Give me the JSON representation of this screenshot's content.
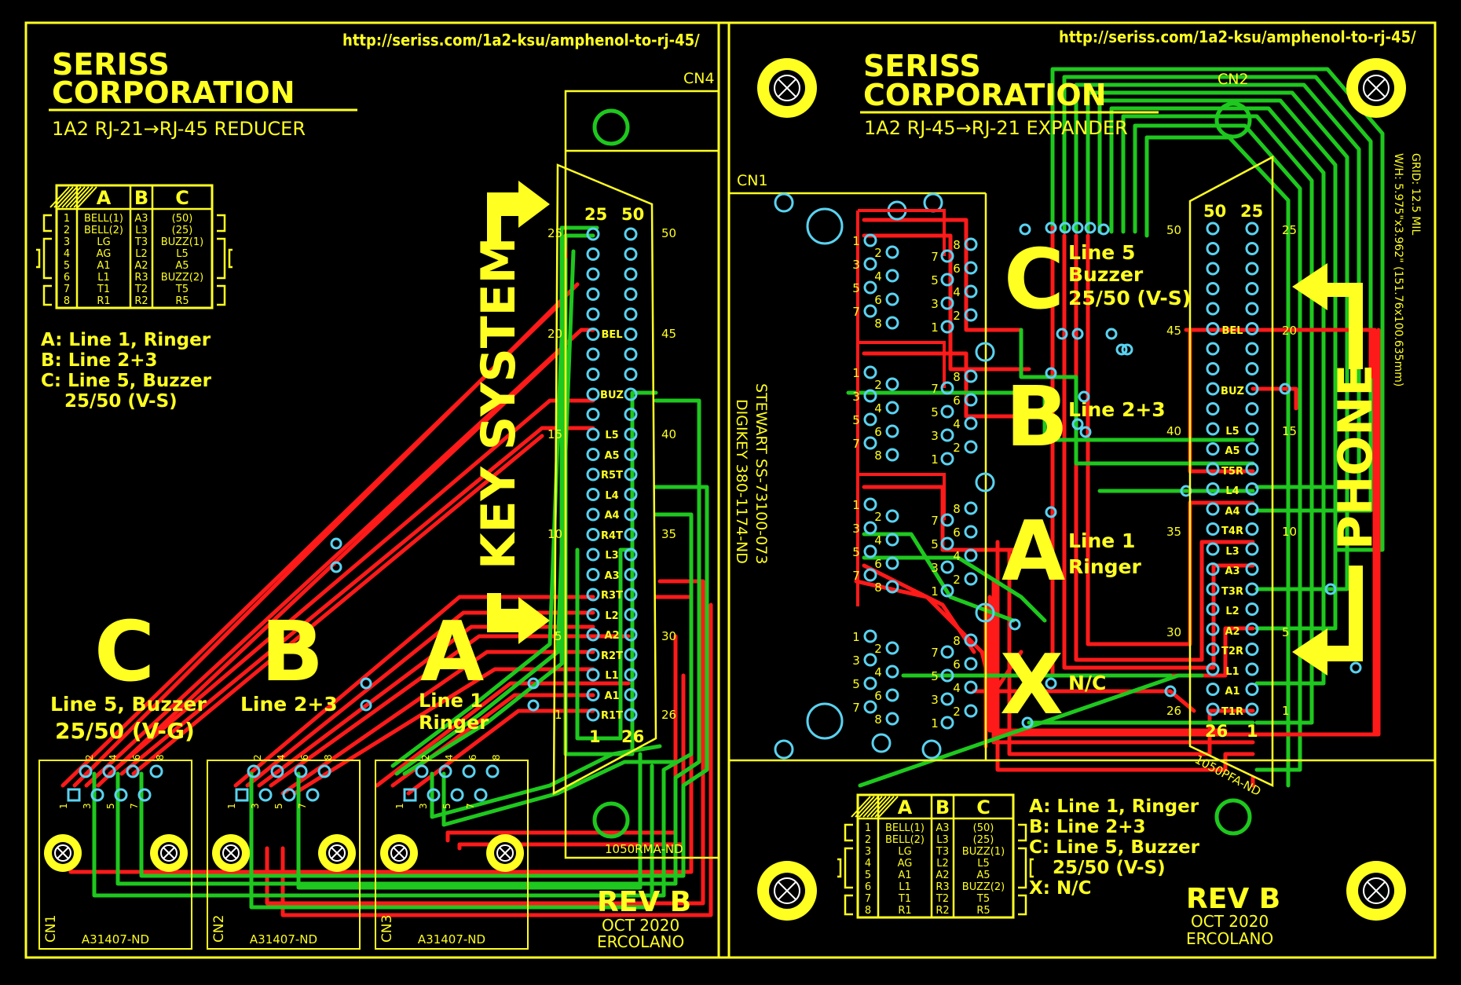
{
  "colors": {
    "background": "#000000",
    "silkscreen": "#ffff22",
    "top_trace": "#ff1a1a",
    "bottom_trace": "#1ec81e",
    "pad": "#5ad2f0"
  },
  "left": {
    "url": "http://seriss.com/1a2-ksu/amphenol-to-rj-45/",
    "company_1": "SERISS",
    "company_2": "CORPORATION",
    "subtitle": "1A2  RJ-21→RJ-45 REDUCER",
    "pin_table": {
      "headers": [
        "A",
        "B",
        "C"
      ],
      "rows": [
        {
          "pin": "1",
          "a": "BELL(1)",
          "b": "A3",
          "c": "(50)"
        },
        {
          "pin": "2",
          "a": "BELL(2)",
          "b": "L3",
          "c": "(25)"
        },
        {
          "pin": "3",
          "a": "LG",
          "b": "T3",
          "c": "BUZZ(1)"
        },
        {
          "pin": "4",
          "a": "AG",
          "b": "L2",
          "c": "L5"
        },
        {
          "pin": "5",
          "a": "A1",
          "b": "A2",
          "c": "A5"
        },
        {
          "pin": "6",
          "a": "L1",
          "b": "R3",
          "c": "BUZZ(2)"
        },
        {
          "pin": "7",
          "a": "T1",
          "b": "T2",
          "c": "T5"
        },
        {
          "pin": "8",
          "a": "R1",
          "b": "R2",
          "c": "R5"
        }
      ]
    },
    "legend": [
      "A: Line 1, Ringer",
      "B: Line 2+3",
      "C: Line 5, Buzzer",
      "   25/50 (V-S)"
    ],
    "key_system": "KEY SYSTEM",
    "cn4": "CN4",
    "cn4_part": "1050RMA-ND",
    "big_c": "C",
    "big_b": "B",
    "big_a": "A",
    "c_label_1": "Line 5, Buzzer",
    "c_label_2": "25/50 (V-G)",
    "b_label": "Line 2+3",
    "a_label_1": "Line 1",
    "a_label_2": "Ringer",
    "jacks": [
      {
        "name": "CN1",
        "part": "A31407-ND"
      },
      {
        "name": "CN2",
        "part": "A31407-ND"
      },
      {
        "name": "CN3",
        "part": "A31407-ND"
      }
    ],
    "rev": "REV B",
    "date": "OCT 2020",
    "author": "ERCOLANO",
    "pin_nums": {
      "p25": "25",
      "p50": "50",
      "p20": "20",
      "p45": "45",
      "p15": "15",
      "p40": "40",
      "p10": "10",
      "p35": "35",
      "p5": "5",
      "p30": "30",
      "p1": "1",
      "p26": "26",
      "p1b": "1",
      "p26b": "26"
    },
    "signals": {
      "bel": "BEL",
      "buz": "BUZ",
      "l5": "L5",
      "a5": "A5",
      "r5t": "R5T",
      "l4": "L4",
      "a4": "A4",
      "r4t": "R4T",
      "l3": "L3",
      "a3": "A3",
      "r3t": "R3T",
      "l2": "L2",
      "a2": "A2",
      "r2t": "R2T",
      "l1": "L1",
      "a1": "A1",
      "r1t": "R1T"
    }
  },
  "right": {
    "url": "http://seriss.com/1a2-ksu/amphenol-to-rj-45/",
    "company_1": "SERISS",
    "company_2": "CORPORATION",
    "subtitle": "1A2  RJ-45→RJ-21 EXPANDER",
    "cn1": "CN1",
    "cn2": "CN2",
    "stewart_1": "STEWART SS-73100-073",
    "stewart_2": "DIGIKEY 380-1174-ND",
    "big_c": "C",
    "big_b": "B",
    "big_a": "A",
    "big_x": "X",
    "c_label_1": "Line 5",
    "c_label_2": "Buzzer",
    "c_label_3": "25/50 (V-S)",
    "b_label": "Line 2+3",
    "a_label_1": "Line 1",
    "a_label_2": "Ringer",
    "x_label": "N/C",
    "phone": "PHONE",
    "grid_1": "GRID: 12.5 MIL",
    "grid_2": "W/H: 5.975\"x3.962\" (151.76x100.635mm)",
    "cn2_part": "1050PFA-ND",
    "pin_table": {
      "headers": [
        "A",
        "B",
        "C"
      ],
      "rows": [
        {
          "pin": "1",
          "a": "BELL(1)",
          "b": "A3",
          "c": "(50)"
        },
        {
          "pin": "2",
          "a": "BELL(2)",
          "b": "L3",
          "c": "(25)"
        },
        {
          "pin": "3",
          "a": "LG",
          "b": "T3",
          "c": "BUZZ(1)"
        },
        {
          "pin": "4",
          "a": "AG",
          "b": "L2",
          "c": "L5"
        },
        {
          "pin": "5",
          "a": "A1",
          "b": "A2",
          "c": "A5"
        },
        {
          "pin": "6",
          "a": "L1",
          "b": "R3",
          "c": "BUZZ(2)"
        },
        {
          "pin": "7",
          "a": "T1",
          "b": "T2",
          "c": "T5"
        },
        {
          "pin": "8",
          "a": "R1",
          "b": "R2",
          "c": "R5"
        }
      ]
    },
    "legend": [
      "A: Line 1, Ringer",
      "B: Line 2+3",
      "C: Line 5, Buzzer",
      "   25/50 (V-S)",
      "X: N/C"
    ],
    "rev": "REV B",
    "date": "OCT 2020",
    "author": "ERCOLANO",
    "pin_nums": {
      "p50": "50",
      "p25": "25",
      "p45": "45",
      "p20": "20",
      "p40": "40",
      "p15": "15",
      "p35": "35",
      "p10": "10",
      "p30": "30",
      "p5": "5",
      "p26": "26",
      "p1": "1",
      "p26b": "26",
      "p1b": "1"
    },
    "signals": {
      "bel": "BEL",
      "buz": "BUZ",
      "l5": "L5",
      "a5": "A5",
      "t5r": "T5R",
      "l4": "L4",
      "a4": "A4",
      "t4r": "T4R",
      "l3": "L3",
      "a3": "A3",
      "t3r": "T3R",
      "l2": "L2",
      "a2": "A2",
      "t2r": "T2R",
      "l1": "L1",
      "a1": "A1",
      "t1r": "T1R"
    },
    "rj_pin_labels": [
      "1",
      "2",
      "3",
      "4",
      "5",
      "6",
      "7",
      "8"
    ]
  }
}
